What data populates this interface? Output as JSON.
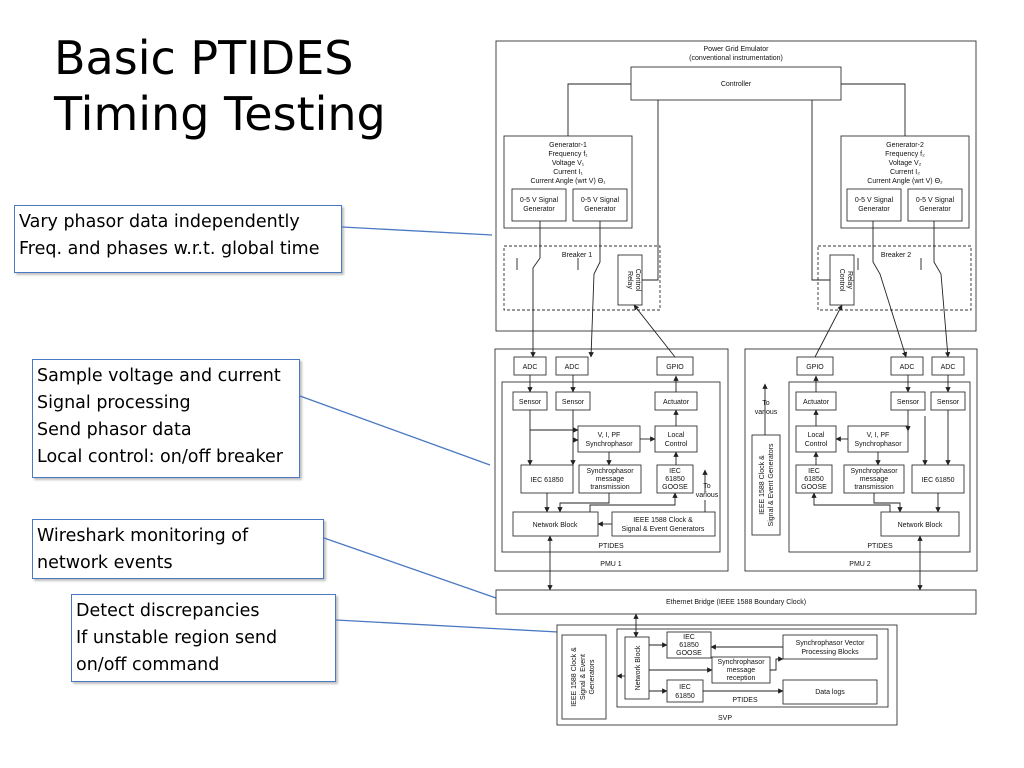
{
  "title": [
    "Basic PTIDES",
    "Timing Testing"
  ],
  "callouts": {
    "c1": [
      "Vary phasor data independently",
      "Freq. and phases  w.r.t. global time"
    ],
    "c2": [
      "Sample voltage and current",
      "Signal processing",
      "Send phasor data",
      "Local control: on/off breaker"
    ],
    "c3": [
      "Wireshark monitoring of",
      "network events"
    ],
    "c4": [
      "Detect discrepancies",
      "If unstable region send",
      "on/off command"
    ]
  },
  "diagram": {
    "emulator": [
      "Power Grid Emulator",
      "(conventional instrumentation)"
    ],
    "controller": "Controller",
    "gen1": [
      "Generator-1",
      "Frequency f₁",
      "Voltage V₁",
      "Current I₁",
      "Current Angle (wrt V) Θ₁"
    ],
    "gen2": [
      "Generator-2",
      "Frequency f₂",
      "Voltage V₂",
      "Current I₂",
      "Current Angle (wrt V) Θ₂"
    ],
    "sig_gen": [
      "0-5 V Signal",
      "Generator"
    ],
    "breaker1": "Breaker 1",
    "breaker2": "Breaker 2",
    "relay": [
      "Relay",
      "Control"
    ],
    "adc": "ADC",
    "gpio": "GPIO",
    "sensor": "Sensor",
    "actuator": "Actuator",
    "synchrophasor": [
      "V, I, PF",
      "Synchrophasor"
    ],
    "local_control": [
      "Local",
      "Control"
    ],
    "iec": [
      "IEC 61850"
    ],
    "iec_goose": [
      "IEC",
      "61850",
      "GOOSE"
    ],
    "sync_msg_tx": [
      "Synchrophasor",
      "message",
      "transmission"
    ],
    "to_various": [
      "To",
      "various"
    ],
    "network_block": "Network Block",
    "clock": [
      "IEEE 1588 Clock &",
      "Signal & Event Generators"
    ],
    "ptides": "PTIDES",
    "pmu1": "PMU 1",
    "pmu2": "PMU 2",
    "ethernet": "Ethernet Bridge (IEEE 1588 Boundary Clock)",
    "svp_clock": [
      "IEEE 1588 Clock &",
      "Signal & Event",
      "Generators"
    ],
    "iec_short": [
      "IEC",
      "61850"
    ],
    "sync_msg_rx": [
      "Synchrophasor",
      "message",
      "reception"
    ],
    "vector": [
      "Synchrophasor Vector",
      "Processing Blocks"
    ],
    "data_logs": "Data logs",
    "svp": "SVP"
  }
}
